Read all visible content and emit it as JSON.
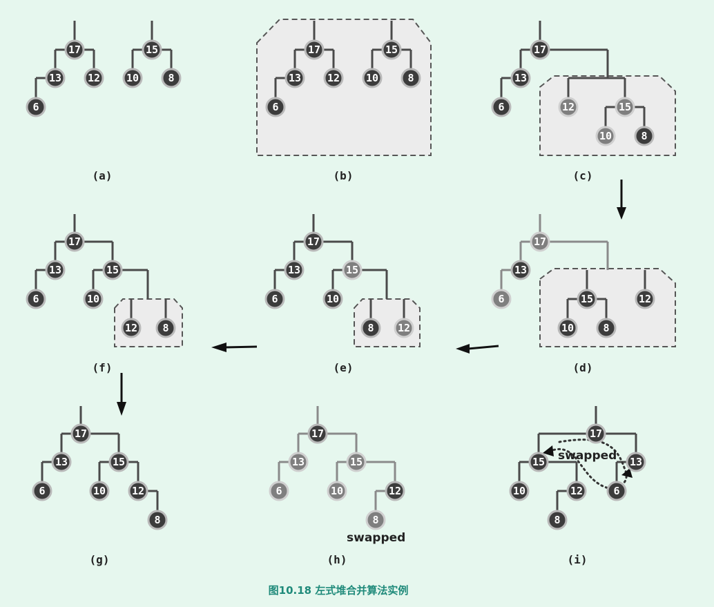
{
  "caption": "图10.18 左式堆合并算法实例",
  "panels": {
    "a": {
      "label": "(a)",
      "nodes": {
        "n17": "17",
        "n13": "13",
        "n12": "12",
        "n6": "6",
        "n15": "15",
        "n10": "10",
        "n8": "8"
      }
    },
    "b": {
      "label": "(b)",
      "nodes": {
        "n17": "17",
        "n13": "13",
        "n12": "12",
        "n6": "6",
        "n15": "15",
        "n10": "10",
        "n8": "8"
      }
    },
    "c": {
      "label": "(c)",
      "nodes": {
        "n17": "17",
        "n13": "13",
        "n6": "6",
        "n12": "12",
        "n15": "15",
        "n10": "10",
        "n8": "8"
      }
    },
    "d": {
      "label": "(d)",
      "nodes": {
        "n17": "17",
        "n13": "13",
        "n6": "6",
        "n15": "15",
        "n12": "12",
        "n10": "10",
        "n8": "8"
      }
    },
    "e": {
      "label": "(e)",
      "nodes": {
        "n17": "17",
        "n13": "13",
        "n6": "6",
        "n15": "15",
        "n10": "10",
        "n8": "8",
        "n12": "12"
      }
    },
    "f": {
      "label": "(f)",
      "nodes": {
        "n17": "17",
        "n13": "13",
        "n6": "6",
        "n15": "15",
        "n10": "10",
        "n12": "12",
        "n8": "8"
      }
    },
    "g": {
      "label": "(g)",
      "nodes": {
        "n17": "17",
        "n13": "13",
        "n6": "6",
        "n15": "15",
        "n10": "10",
        "n12": "12",
        "n8": "8"
      }
    },
    "h": {
      "label": "(h)",
      "nodes": {
        "n17": "17",
        "n13": "13",
        "n6": "6",
        "n15": "15",
        "n10": "10",
        "n12": "12",
        "n8": "8"
      },
      "note": "swapped"
    },
    "i": {
      "label": "(i)",
      "nodes": {
        "n17": "17",
        "n15": "15",
        "n13": "13",
        "n10": "10",
        "n12": "12",
        "n6": "6",
        "n8": "8"
      },
      "note": "swapped"
    }
  }
}
